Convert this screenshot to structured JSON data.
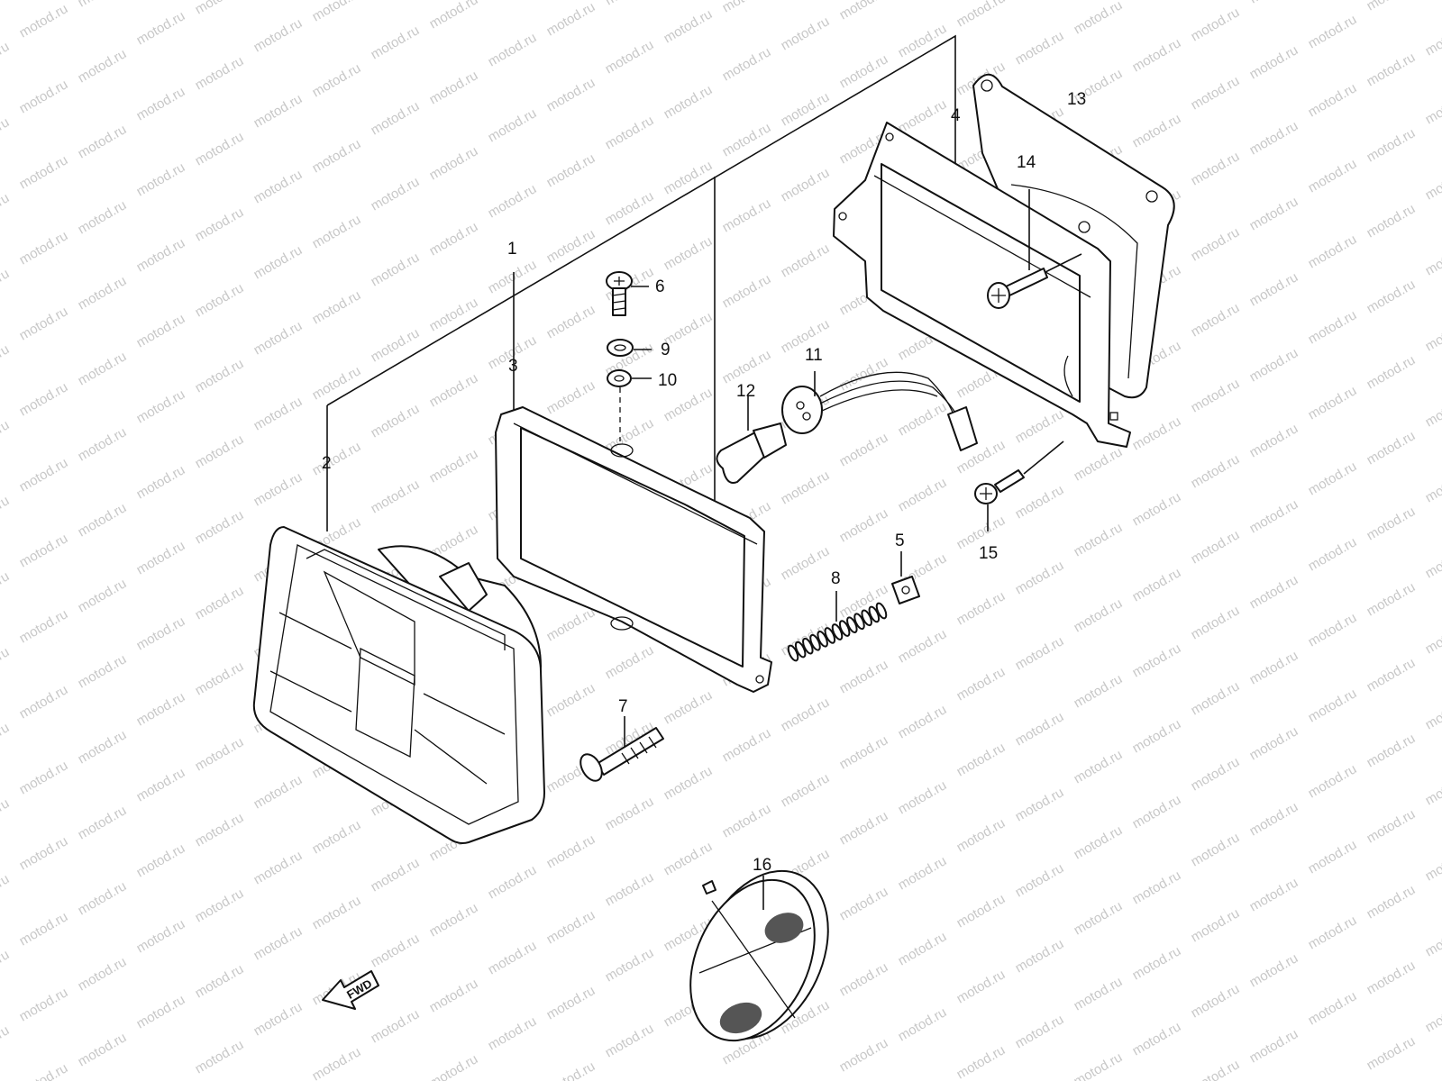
{
  "watermark": "motod.ru",
  "fwd_label": "FWD",
  "callouts": {
    "p1": "1",
    "p2": "2",
    "p3": "3",
    "p4": "4",
    "p5": "5",
    "p6": "6",
    "p7": "7",
    "p8": "8",
    "p9": "9",
    "p10": "10",
    "p11": "11",
    "p12": "12",
    "p13": "13",
    "p14": "14",
    "p15": "15",
    "p16": "16"
  },
  "colors": {
    "line": "#111111",
    "background": "#ffffff",
    "watermark": "#c8c8c8"
  }
}
